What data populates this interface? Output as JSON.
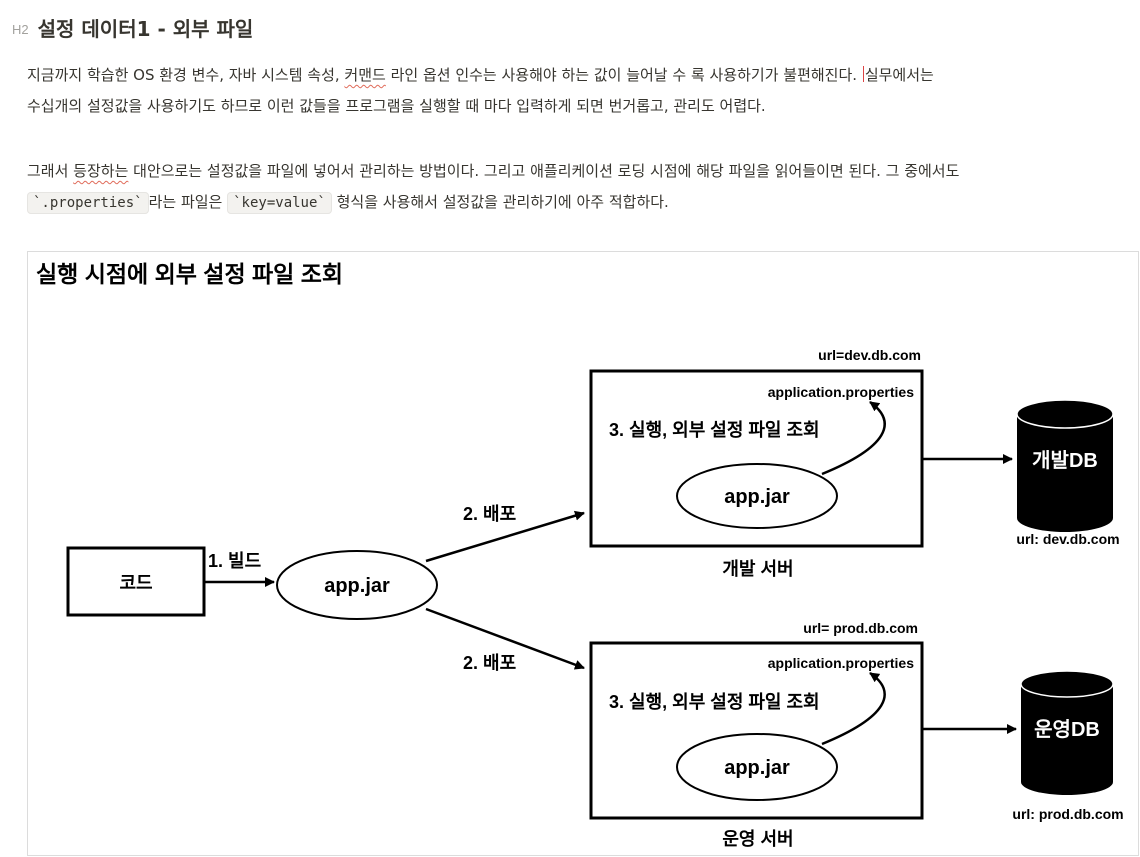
{
  "heading": {
    "marker": "H2",
    "title": "설정 데이터1 - 외부 파일"
  },
  "paragraph1": {
    "line1_a": "지금까지 학습한 OS 환경 변수, 자바 시스템 속성, ",
    "line1_underlined": "커맨드",
    "line1_b": " 라인 옵션 인수는 사용해야 하는 값이 늘어날 수 록 사용하기가 불편해진다. ",
    "line1_c": "실무에서는",
    "line2": "수십개의 설정값을 사용하기도 하므로 이런 값들을 프로그램을 실행할 때 마다 입력하게 되면 번거롭고, 관리도 어렵다."
  },
  "paragraph2": {
    "line1_a": "그래서 ",
    "line1_underlined": "등장하는",
    "line1_b": " 대안으로는 설정값을 파일에 넣어서 관리하는 방법이다. 그리고 애플리케이션 로딩 시점에 해당 파일을 읽어들이면 된다. 그 중에서도",
    "code1": "`.properties`",
    "text_mid": "라는 파일은 ",
    "code2": "`key=value`",
    "text_end": " 형식을 사용해서 설정값을 관리하기에 아주 적합하다."
  },
  "diagram": {
    "title": "실행 시점에 외부 설정 파일 조회",
    "code_box": "코드",
    "build_label": "1. 빌드",
    "main_jar": "app.jar",
    "deploy_label_top": "2. 배포",
    "deploy_label_bottom": "2. 배포",
    "dev_server": {
      "url_top": "url=dev.db.com",
      "properties": "application.properties",
      "run_label": "3. 실행, 외부 설정 파일 조회",
      "jar": "app.jar",
      "name": "개발 서버",
      "db": "개발DB",
      "db_url": "url: dev.db.com"
    },
    "prod_server": {
      "url_top": "url= prod.db.com",
      "properties": "application.properties",
      "run_label": "3. 실행, 외부 설정 파일 조회",
      "jar": "app.jar",
      "name": "운영 서버",
      "db": "운영DB",
      "db_url": "url: prod.db.com"
    }
  }
}
